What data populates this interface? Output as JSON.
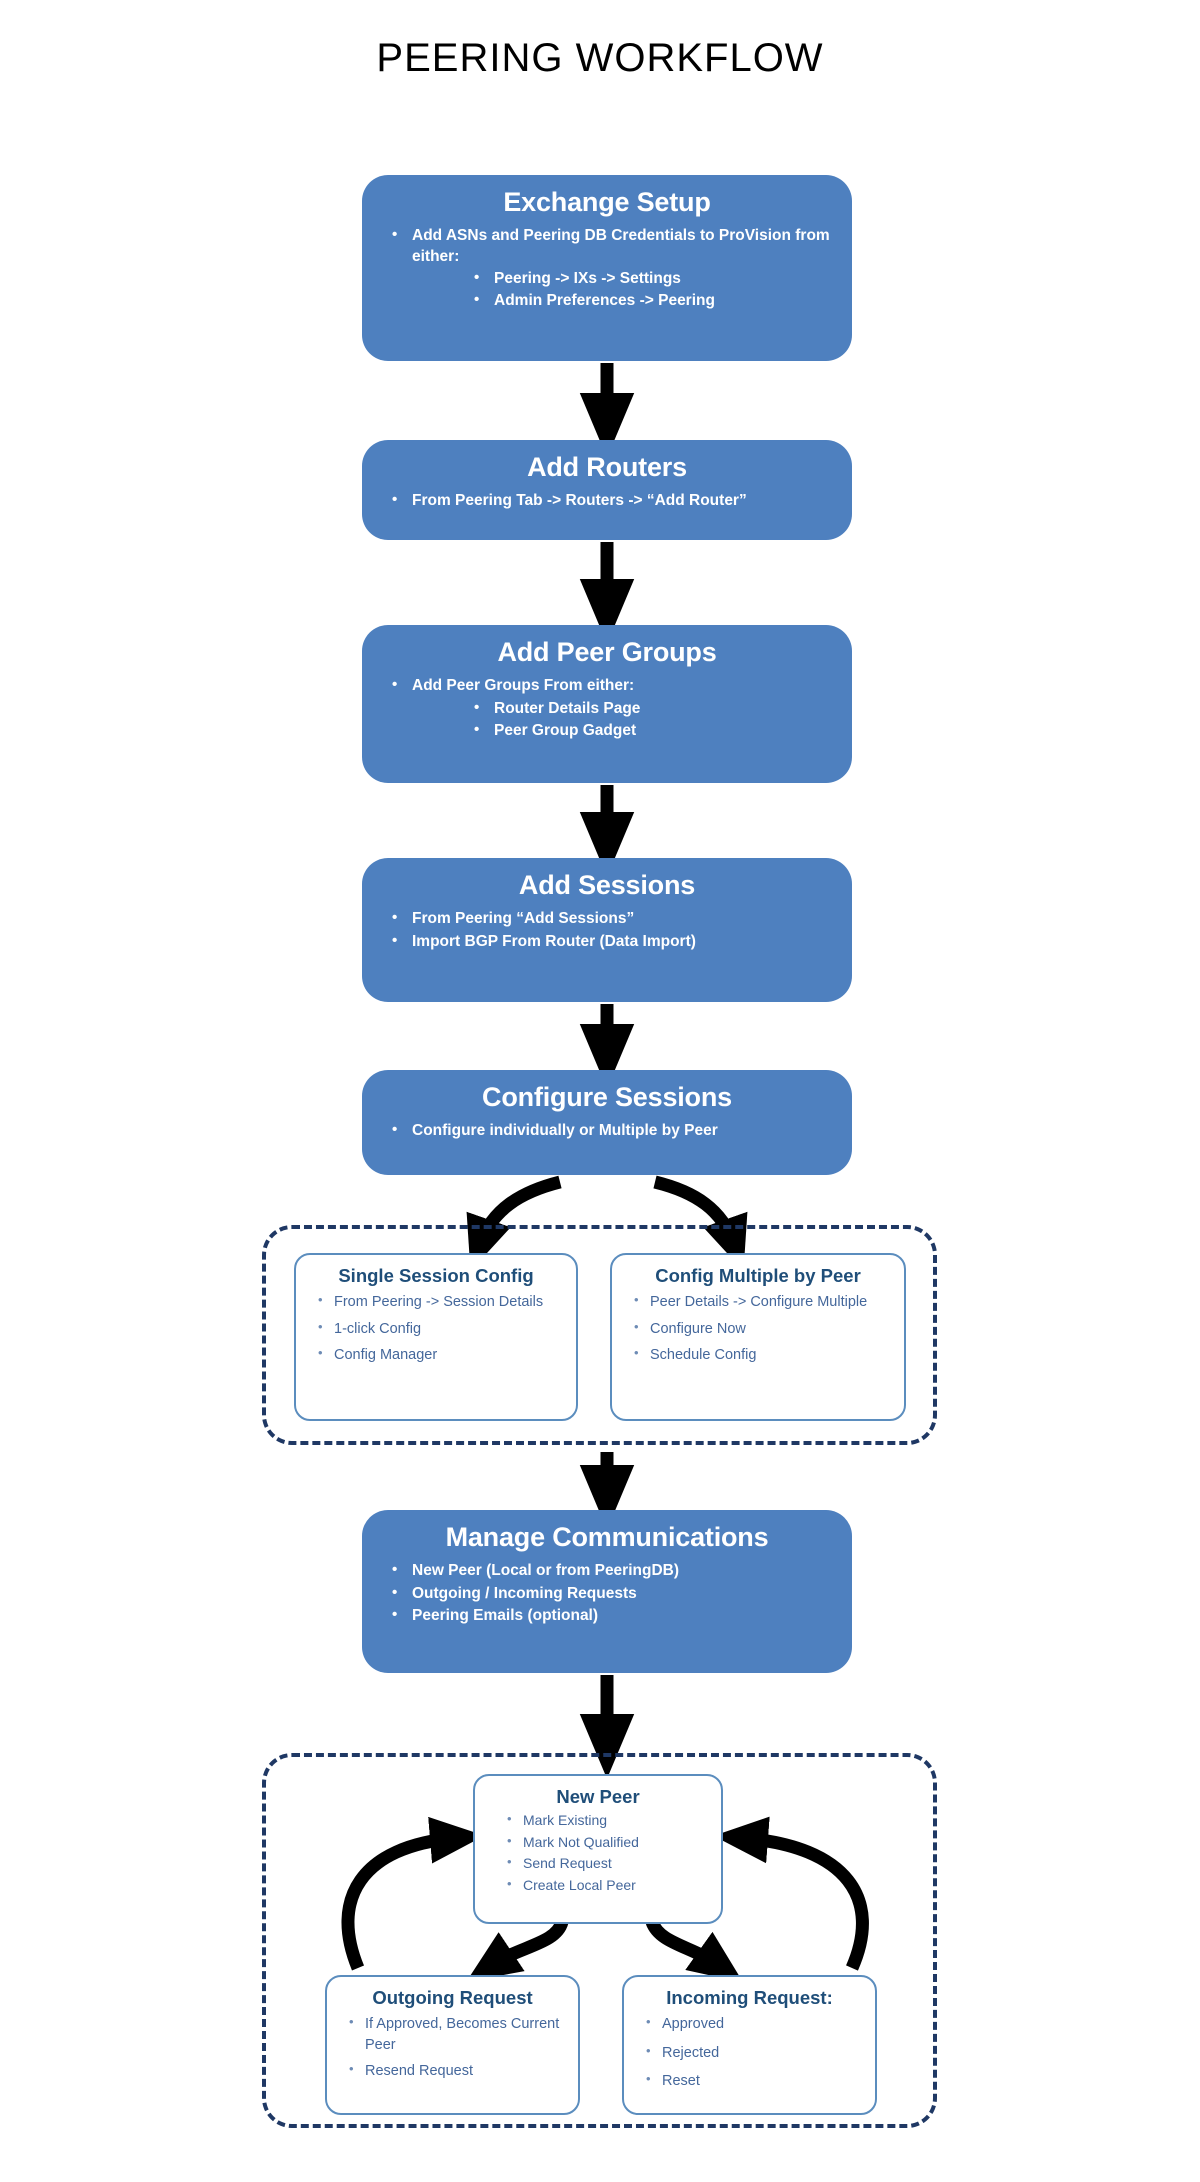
{
  "page": {
    "title": "PEERING WORKFLOW",
    "background": "#FFFFFF"
  },
  "colors": {
    "stage_fill": "#4E80BF",
    "stage_text": "#FFFFFF",
    "dashed_border": "#1F3864",
    "subbox_border": "#5B8DBE",
    "subbox_title_text": "#1F4E79",
    "subbox_body_text": "#44679B",
    "arrow": "#000000"
  },
  "stages": [
    {
      "id": "exchange-setup",
      "title": "Exchange Setup",
      "bullets": [
        {
          "level": 1,
          "text": "Add ASNs and Peering DB Credentials to ProVision from either:"
        },
        {
          "level": 2,
          "text": "Peering -> IXs -> Settings"
        },
        {
          "level": 2,
          "text": "Admin Preferences -> Peering"
        }
      ]
    },
    {
      "id": "add-routers",
      "title": "Add Routers",
      "bullets": [
        {
          "level": 1,
          "text": "From Peering Tab -> Routers -> “Add Router”"
        }
      ]
    },
    {
      "id": "add-peer-groups",
      "title": "Add Peer Groups",
      "bullets": [
        {
          "level": 1,
          "text": "Add Peer Groups From either:"
        },
        {
          "level": 2,
          "text": "Router Details Page"
        },
        {
          "level": 2,
          "text": "Peer Group Gadget"
        }
      ]
    },
    {
      "id": "add-sessions",
      "title": "Add Sessions",
      "bullets": [
        {
          "level": 1,
          "text": "From  Peering “Add Sessions”"
        },
        {
          "level": 1,
          "text": "Import BGP From Router (Data Import)"
        }
      ]
    },
    {
      "id": "configure-sessions",
      "title": "Configure Sessions",
      "bullets": [
        {
          "level": 1,
          "text": "Configure individually or Multiple by Peer"
        }
      ]
    },
    {
      "id": "manage-communications",
      "title": "Manage Communications",
      "bullets": [
        {
          "level": 1,
          "text": "New Peer (Local or from PeeringDB)"
        },
        {
          "level": 1,
          "text": "Outgoing / Incoming Requests"
        },
        {
          "level": 1,
          "text": "Peering Emails (optional)"
        }
      ]
    }
  ],
  "subboxes": [
    {
      "id": "single-session-config",
      "title": "Single Session Config",
      "bullets": [
        "From Peering -> Session Details",
        "1-click Config",
        "Config Manager"
      ]
    },
    {
      "id": "config-multiple-by-peer",
      "title": "Config Multiple by Peer",
      "bullets": [
        "Peer Details -> Configure Multiple",
        "Configure Now",
        "Schedule Config"
      ]
    },
    {
      "id": "new-peer",
      "title": "New Peer",
      "bullets": [
        "Mark Existing",
        "Mark Not Qualified",
        "Send Request",
        "Create Local Peer"
      ]
    },
    {
      "id": "outgoing-request",
      "title": "Outgoing Request",
      "bullets": [
        "If Approved, Becomes Current Peer",
        "Resend Request"
      ]
    },
    {
      "id": "incoming-request",
      "title": "Incoming Request:",
      "bullets": [
        "Approved",
        "Rejected",
        "Reset"
      ]
    }
  ]
}
